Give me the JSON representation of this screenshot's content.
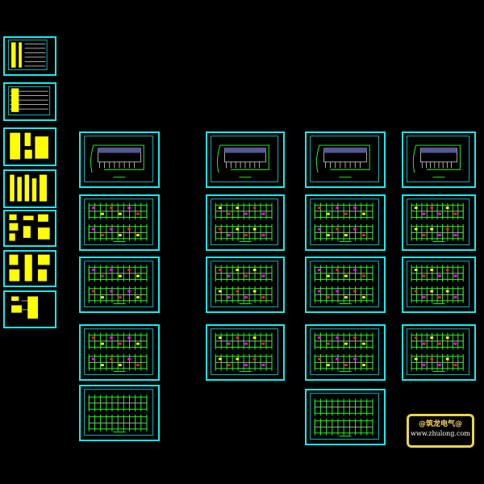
{
  "canvas": {
    "background": "#000000",
    "frame_color": "#22eeee",
    "drawing_color": "#22ff22",
    "highlight_color": "#ffff00"
  },
  "watermark": {
    "title": "@筑龙电气@",
    "url": "www.zhulong.com"
  },
  "sheets": {
    "left_column": [
      "schedule-1",
      "schedule-2",
      "system-diagram-1",
      "system-diagram-2",
      "system-diagram-3",
      "system-diagram-4",
      "system-diagram-5"
    ],
    "plan_grid_columns": 4,
    "plan_grid_rows": 5
  }
}
